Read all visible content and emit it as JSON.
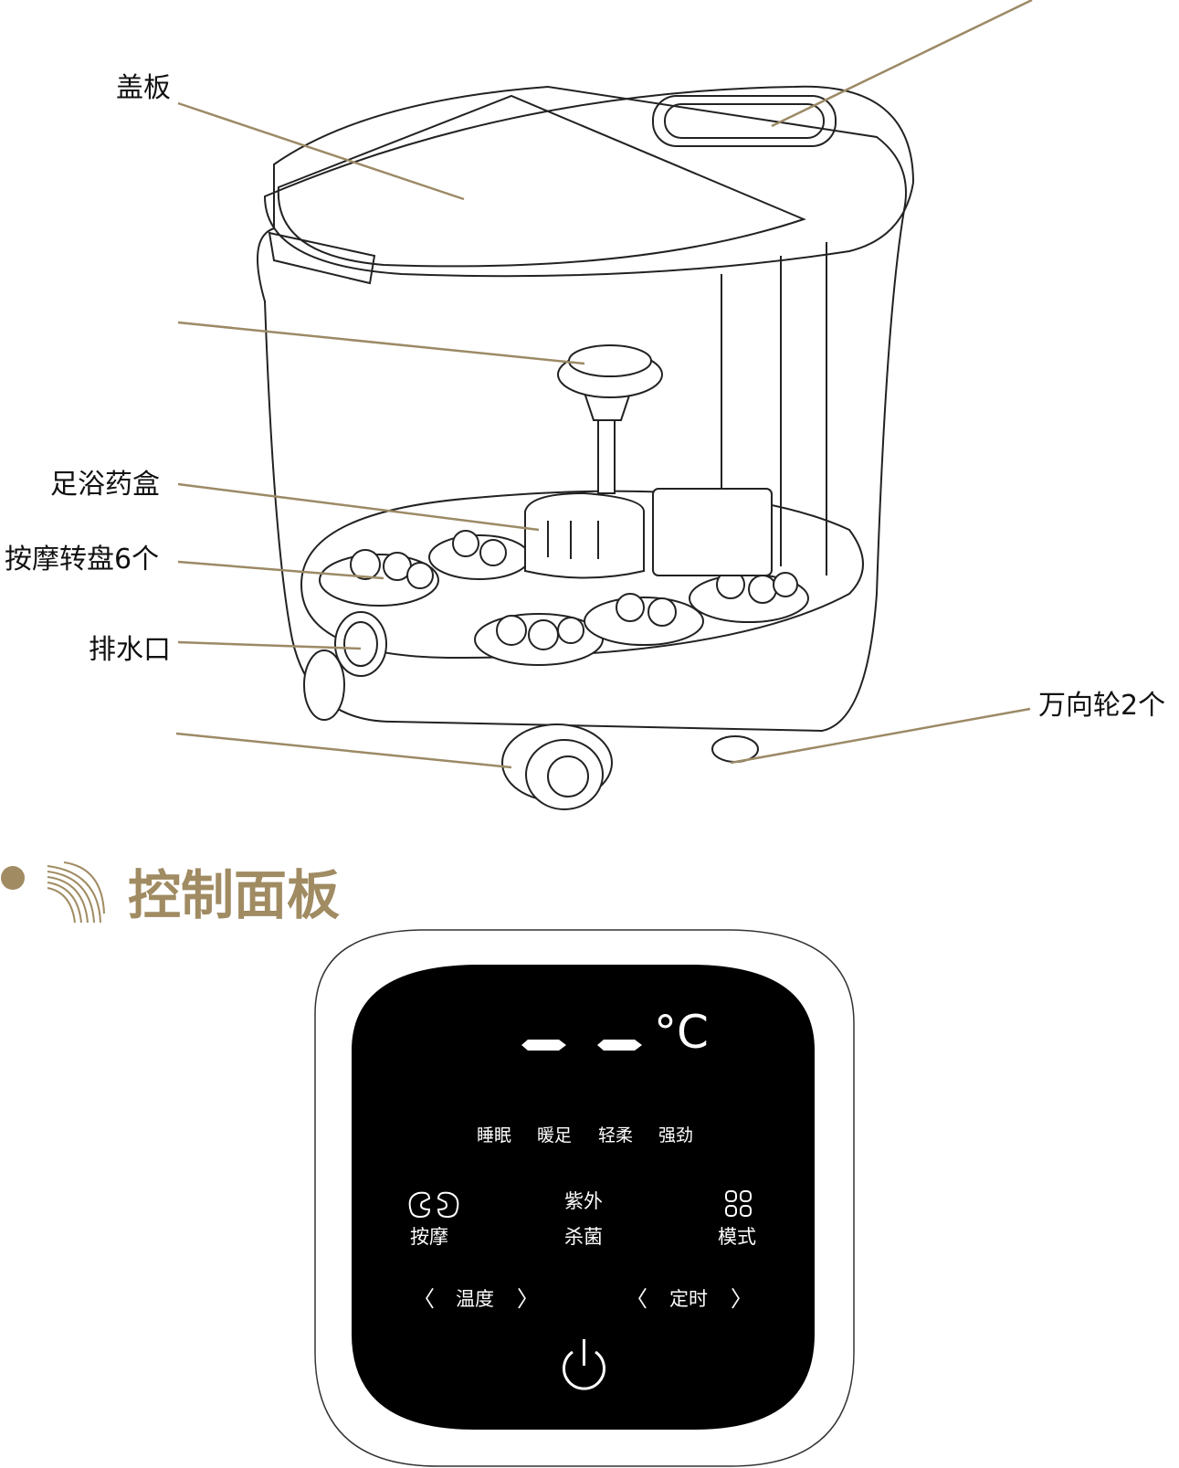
{
  "diagram": {
    "labels": {
      "cover": "盖板",
      "herb_box": "足浴药盒",
      "massage_discs": "按摩转盘6个",
      "drain": "排水口",
      "wheels": "万向轮2个"
    }
  },
  "section": {
    "title": "控制面板"
  },
  "control_panel": {
    "display": "– –",
    "unit": "°C",
    "modes": [
      "睡眠",
      "暖足",
      "轻柔",
      "强劲"
    ],
    "massage": "按摩",
    "uv_line1": "紫外",
    "uv_line2": "杀菌",
    "mode": "模式",
    "temperature": "温度",
    "timer": "定时",
    "prev": "〈",
    "next": "〉"
  },
  "colors": {
    "accent": "#a08b62",
    "panel": "#000000"
  }
}
